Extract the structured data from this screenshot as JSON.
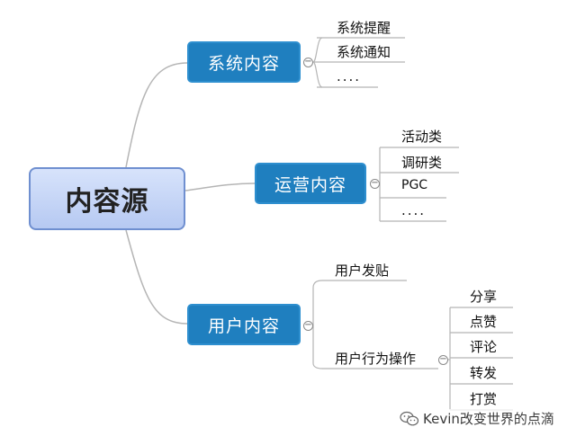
{
  "root": {
    "label": "内容源"
  },
  "topics": [
    {
      "label": "系统内容",
      "children": [
        "系统提醒",
        "系统通知",
        "...."
      ]
    },
    {
      "label": "运营内容",
      "children": [
        "活动类",
        "调研类",
        "PGC",
        "...."
      ]
    },
    {
      "label": "用户内容",
      "children": [
        "用户发贴",
        "用户行为操作"
      ],
      "behavior_children": [
        "分享",
        "点赞",
        "评论",
        "转发",
        "打赏"
      ]
    }
  ],
  "watermark": {
    "text": "Kevin改变世界的点滴",
    "icon": "wechat-icon"
  },
  "colors": {
    "root_fill": "#c6d6f7",
    "root_border": "#6f8fd0",
    "topic_fill": "#1f7fbf",
    "connector": "#b5b5b5"
  }
}
